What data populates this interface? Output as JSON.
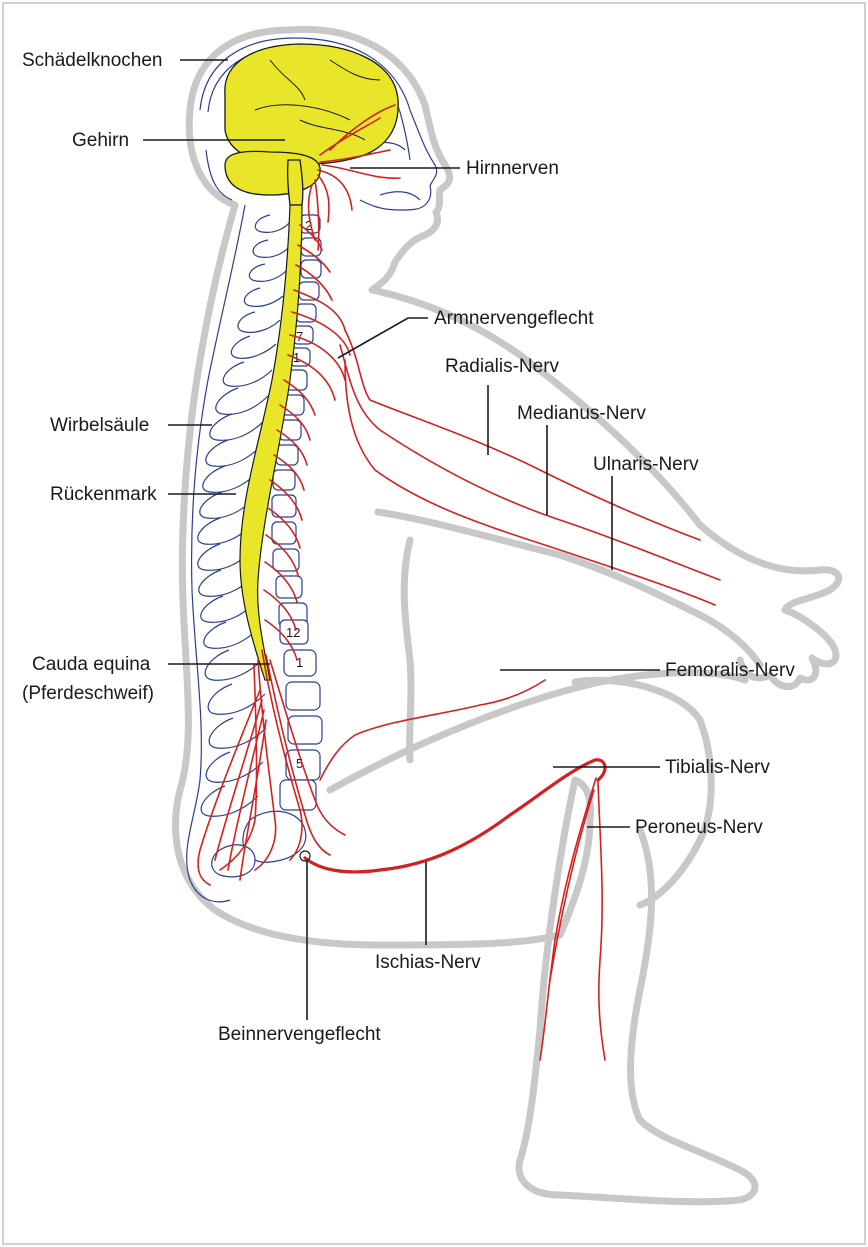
{
  "labels": {
    "schaedelknochen": "Schädelknochen",
    "gehirn": "Gehirn",
    "hirnnerven": "Hirnnerven",
    "armnervengeflecht": "Armnervengeflecht",
    "radialis": "Radialis-Nerv",
    "medianus": "Medianus-Nerv",
    "ulnaris": "Ulnaris-Nerv",
    "wirbelsaeule": "Wirbelsäule",
    "rueckenmark": "Rückenmark",
    "cauda_line1": "Cauda equina",
    "cauda_line2": "(Pferdeschweif)",
    "femoralis": "Femoralis-Nerv",
    "tibialis": "Tibialis-Nerv",
    "ischias": "Ischias-Nerv",
    "peroneus": "Peroneus-Nerv",
    "beinnervengeflecht": "Beinnervengeflecht"
  },
  "vertebra_numbers": {
    "c2": "2",
    "c7": "7",
    "t1": "1",
    "t12": "12",
    "l1": "1",
    "l5": "5"
  },
  "colors": {
    "nerve": "#d42020",
    "brain": "#e9e629",
    "bone": "#2c3e91",
    "body_outline": "#c8c8c8"
  }
}
